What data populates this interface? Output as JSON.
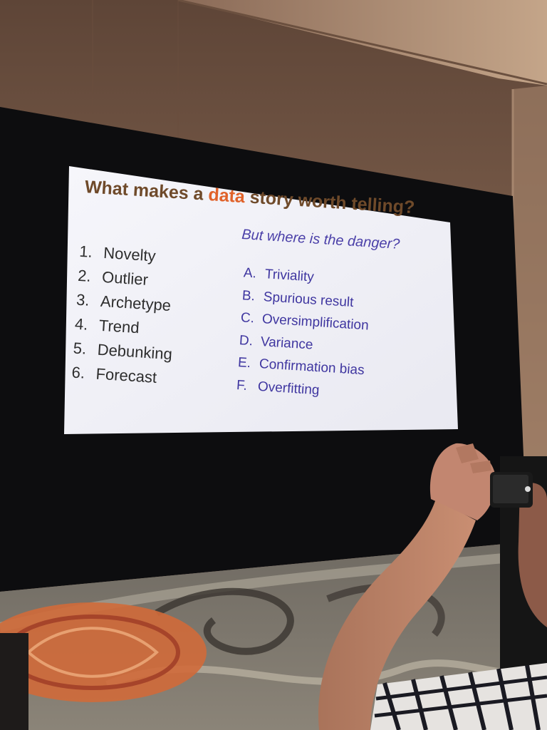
{
  "slide": {
    "title_before": "What makes a ",
    "title_accent": "data",
    "title_after": " story worth telling?",
    "subtitle": "But where is the danger?",
    "colors": {
      "title": "#6f4a2a",
      "accent": "#e0622a",
      "subtitle_and_right_list": "#4a3fa8",
      "left_list": "#2e2e2e"
    },
    "left_list": [
      {
        "marker": "1.",
        "label": "Novelty"
      },
      {
        "marker": "2.",
        "label": "Outlier"
      },
      {
        "marker": "3.",
        "label": "Archetype"
      },
      {
        "marker": "4.",
        "label": "Trend"
      },
      {
        "marker": "5.",
        "label": "Debunking"
      },
      {
        "marker": "6.",
        "label": "Forecast"
      }
    ],
    "right_list": [
      {
        "marker": "A.",
        "label": "Triviality"
      },
      {
        "marker": "B.",
        "label": "Spurious result"
      },
      {
        "marker": "C.",
        "label": "Oversimplification"
      },
      {
        "marker": "D.",
        "label": "Variance"
      },
      {
        "marker": "E.",
        "label": "Confirmation bias"
      },
      {
        "marker": "F.",
        "label": "Overfitting"
      }
    ]
  }
}
